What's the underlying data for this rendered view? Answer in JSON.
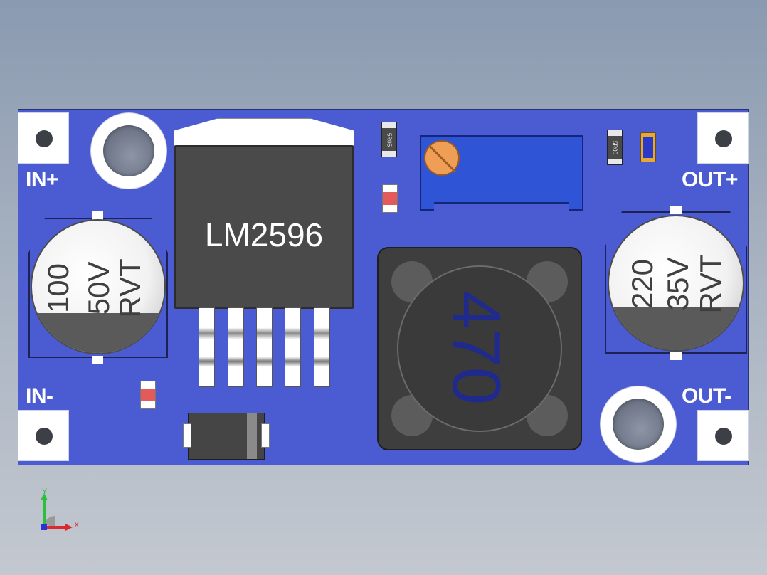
{
  "board": {
    "silkscreen": {
      "in_plus": "IN+",
      "in_minus": "IN-",
      "out_plus": "OUT+",
      "out_minus": "OUT-"
    },
    "ic_label": "LM2596",
    "input_cap": {
      "line1": "100",
      "line2": "50V",
      "line3": "RVT"
    },
    "output_cap": {
      "line1": "220",
      "line2": "35V",
      "line3": "RVT"
    },
    "inductor_label": "470",
    "small_diode_left_label": "5R05",
    "small_diode_right_label": "5R05"
  },
  "axes": {
    "x": "X",
    "y": "Y"
  },
  "colors": {
    "board": "#4b5bd1",
    "ic": "#4a4a4a",
    "pot": "#2f54d6",
    "knob": "#ee9f55",
    "inductor_text": "#1f2a8c"
  }
}
